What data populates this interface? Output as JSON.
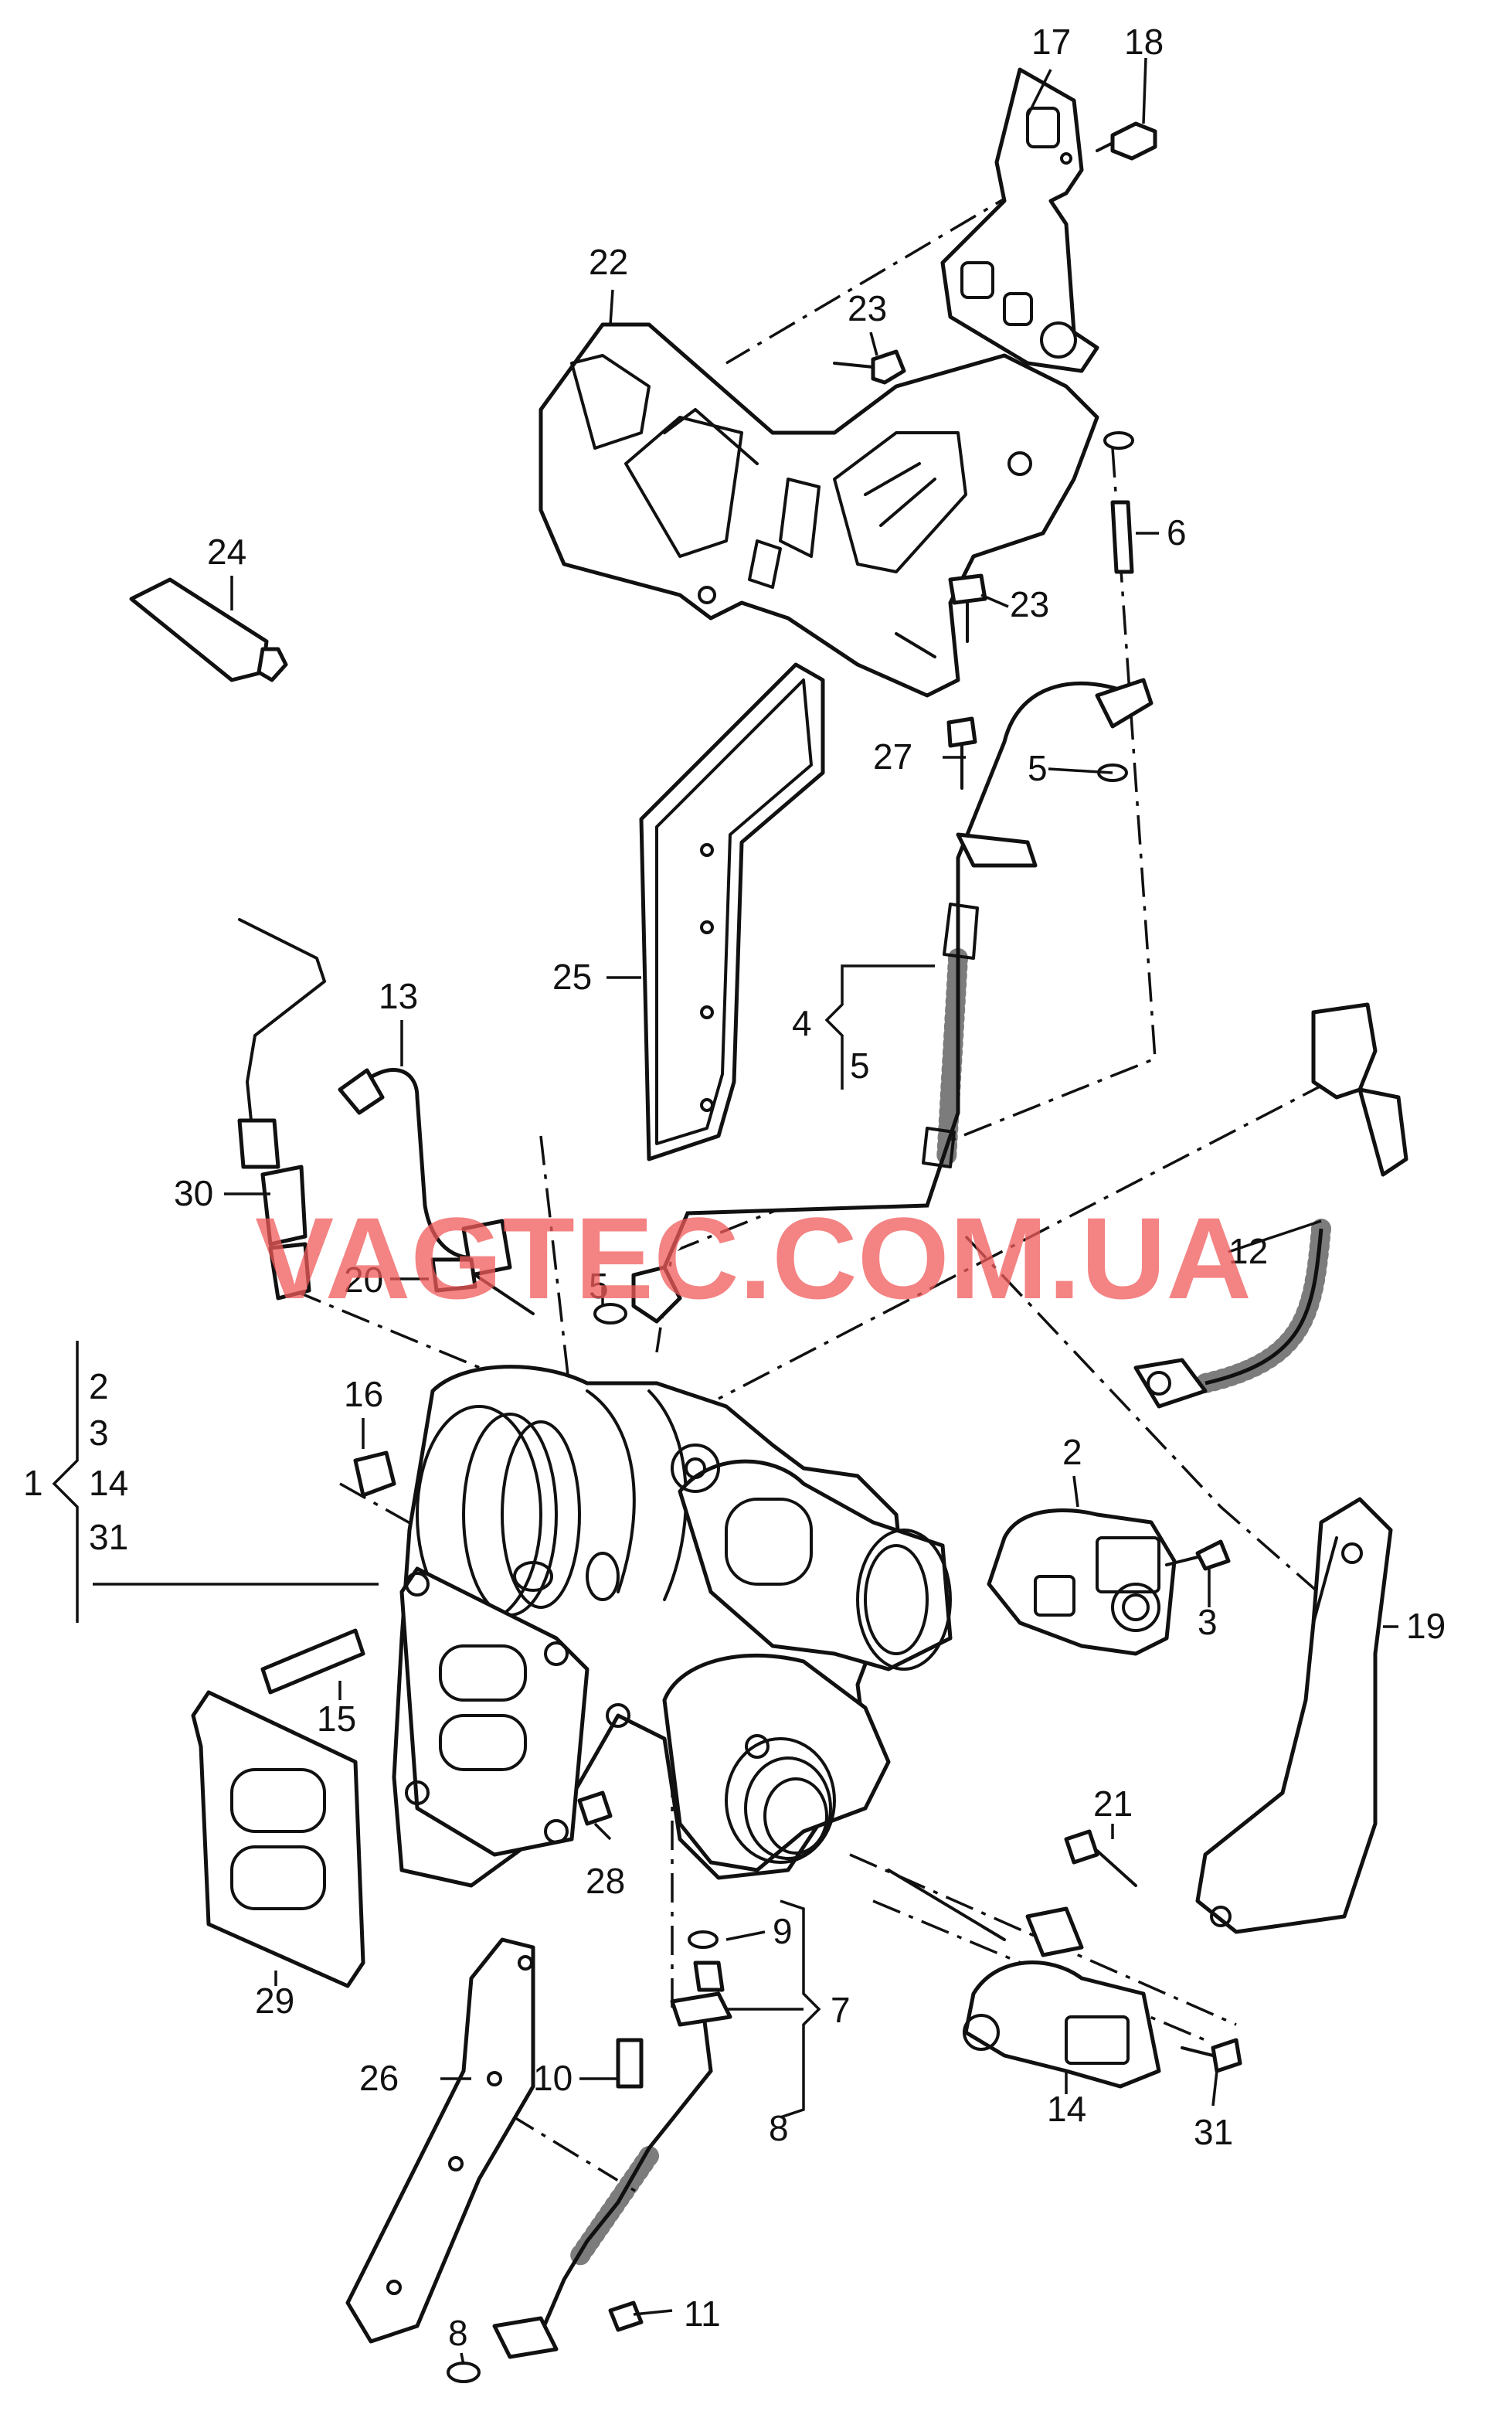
{
  "watermark": "VAGTEC.COM.UA",
  "labels": {
    "l1": "1",
    "l2a": "2",
    "l2b": "2",
    "l3a": "3",
    "l3b": "3",
    "l4": "4",
    "l5a": "5",
    "l5b": "5",
    "l5c": "5",
    "l6": "6",
    "l7": "7",
    "l8a": "8",
    "l8b": "8",
    "l9": "9",
    "l10": "10",
    "l11": "11",
    "l12": "12",
    "l13": "13",
    "l14a": "14",
    "l14b": "14",
    "l15": "15",
    "l16": "16",
    "l17": "17",
    "l18": "18",
    "l19": "19",
    "l20": "20",
    "l21": "21",
    "l22": "22",
    "l23a": "23",
    "l23b": "23",
    "l24": "24",
    "l25": "25",
    "l26": "26",
    "l27": "27",
    "l28": "28",
    "l29": "29",
    "l30": "30",
    "l31a": "31",
    "l31b": "31"
  }
}
